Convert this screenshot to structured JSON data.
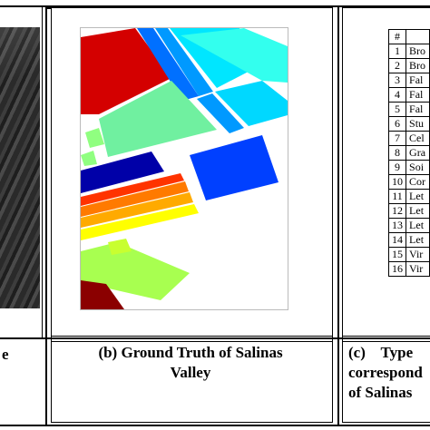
{
  "captions": {
    "a": [
      "e"
    ],
    "b": [
      "(b) Ground Truth of Salinas",
      "Valley"
    ],
    "c": [
      "(c)    Type",
      "correspond",
      "of Salinas"
    ]
  },
  "table": {
    "header": "#",
    "rows": [
      {
        "num": "1",
        "name": "Bro"
      },
      {
        "num": "2",
        "name": "Bro"
      },
      {
        "num": "3",
        "name": "Fal"
      },
      {
        "num": "4",
        "name": "Fal"
      },
      {
        "num": "5",
        "name": "Fal"
      },
      {
        "num": "6",
        "name": "Stu"
      },
      {
        "num": "7",
        "name": "Cel"
      },
      {
        "num": "8",
        "name": "Gra"
      },
      {
        "num": "9",
        "name": "Soi"
      },
      {
        "num": "10",
        "name": "Cor"
      },
      {
        "num": "11",
        "name": "Let"
      },
      {
        "num": "12",
        "name": "Let"
      },
      {
        "num": "13",
        "name": "Let"
      },
      {
        "num": "14",
        "name": "Let"
      },
      {
        "num": "15",
        "name": "Vir"
      },
      {
        "num": "16",
        "name": "Vir"
      }
    ]
  },
  "colors": {
    "dark_red": "#8b0000",
    "red": "#d40000",
    "orange_red": "#ff3300",
    "orange": "#ff7a00",
    "amber": "#ffaa00",
    "yellow": "#ffff00",
    "yellow_green": "#a8ff50",
    "spring_green": "#66ffaa",
    "mint": "#70f0a0",
    "cyan": "#00e6ff",
    "light_cyan": "#33ccff",
    "sky_blue": "#0099ff",
    "blue": "#0040ff",
    "royal_blue": "#0020e0",
    "navy": "#0000a8"
  }
}
